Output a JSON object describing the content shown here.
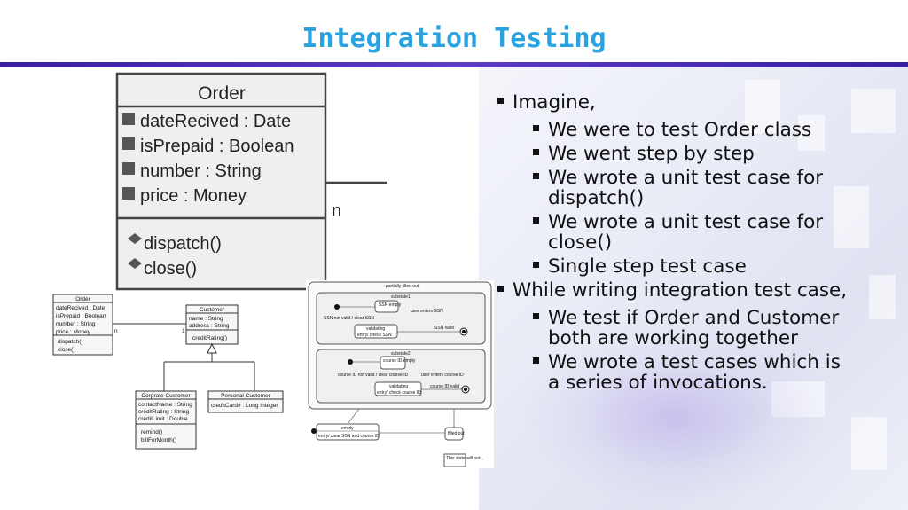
{
  "slide": {
    "title": "Integration Testing",
    "bullets": [
      {
        "level": 1,
        "text": "Imagine,"
      },
      {
        "level": 2,
        "text": "We were to test Order class"
      },
      {
        "level": 2,
        "text": "We went step by step"
      },
      {
        "level": 2,
        "text": "We wrote a unit test case for dispatch()"
      },
      {
        "level": 2,
        "text": "We wrote a unit test case for close()"
      },
      {
        "level": 2,
        "text": "Single step test case"
      },
      {
        "level": 1,
        "text": "While writing integration test case,"
      },
      {
        "level": 2,
        "text": "We test if Order and Customer both are working together"
      },
      {
        "level": 2,
        "text": "We wrote a test cases which is a series of invocations."
      }
    ]
  },
  "order_zoom": {
    "name": "Order",
    "attributes": [
      "dateRecived : Date",
      "isPrepaid : Boolean",
      "number : String",
      "price : Money"
    ],
    "operations": [
      "dispatch()",
      "close()"
    ],
    "fragment_label": "n"
  },
  "class_diagram": {
    "order": {
      "name": "Order",
      "attributes": [
        "dateRecived : Date",
        "isPrepaid : Boolean",
        "number : String",
        "price : Money"
      ],
      "operations": [
        "dispatch()",
        "close()"
      ]
    },
    "customer": {
      "name": "Customer",
      "attributes": [
        "name : String",
        "address : String"
      ],
      "operations": [
        "creditRating()"
      ]
    },
    "corporate": {
      "name": "Corprate Customer",
      "attributes": [
        "contactName : String",
        "creditRating : String",
        "creditLimit : Double"
      ],
      "operations": [
        "remind()",
        "billForMonth()"
      ]
    },
    "personal": {
      "name": "Personal Customer",
      "attributes": [
        "creditCard# : Long Integer"
      ]
    },
    "mult_many": "n",
    "mult_one": "1"
  },
  "state_diagram": {
    "top_label": "partially filled out",
    "substate1": {
      "label": "substate1",
      "ssn_empty": "SSN\nempty",
      "transition_in": "SSN not valid / clear SSN",
      "transition_out": "user enters SSN",
      "validating": "validating",
      "validating_action": "entry/ check SSN",
      "valid": "SSN valid"
    },
    "substate2": {
      "label": "substate2",
      "course_empty": "course ID\nempty",
      "transition_in": "course ID not valid / clear course ID",
      "transition_out": "user enters course ID",
      "validating": "validating",
      "validating_action": "entry/ check course ID",
      "valid": "course ID valid"
    },
    "empty_state": {
      "label": "empty",
      "action": "entry/ clear SSN and course ID"
    },
    "filled_out": "filled out",
    "note": "This state\nwill not..."
  }
}
